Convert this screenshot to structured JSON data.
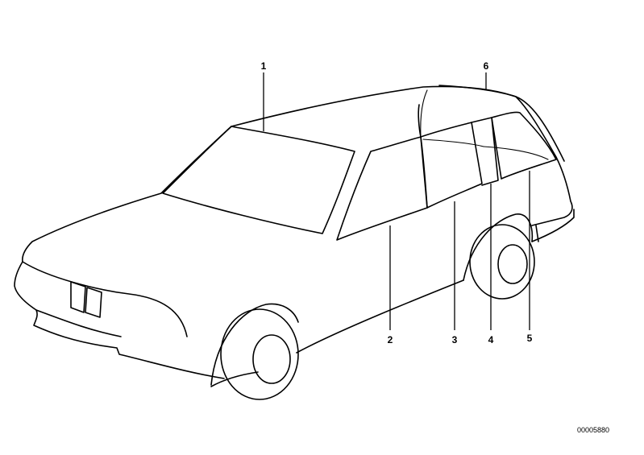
{
  "callouts": [
    {
      "label": "1"
    },
    {
      "label": "2"
    },
    {
      "label": "3"
    },
    {
      "label": "4"
    },
    {
      "label": "5"
    },
    {
      "label": "6"
    }
  ],
  "reference_number": "00005880",
  "colors": {
    "line": "#000000",
    "background": "#ffffff"
  }
}
